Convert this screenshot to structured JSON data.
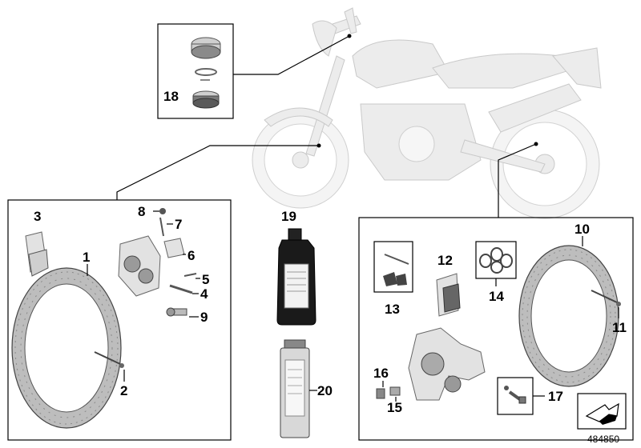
{
  "diagram_number": "484850",
  "callouts": {
    "c1": "1",
    "c2": "2",
    "c3": "3",
    "c4": "4",
    "c5": "5",
    "c6": "6",
    "c7": "7",
    "c8": "8",
    "c9": "9",
    "c10": "10",
    "c11": "11",
    "c12": "12",
    "c13": "13",
    "c14": "14",
    "c15": "15",
    "c16": "16",
    "c17": "17",
    "c18": "18",
    "c19": "19",
    "c20": "20"
  },
  "icons": {
    "motorcycle": "motorcycle-silhouette",
    "reservoir": "brake-fluid-reservoir-cap",
    "front_disc": "front-brake-disc",
    "rear_disc": "rear-brake-disc",
    "front_caliper": "front-brake-caliper",
    "rear_caliper": "rear-brake-caliper",
    "fluid_bottle": "brake-fluid-bottle",
    "spray_can": "spray-can",
    "nav_arrow": "arrow-icon"
  }
}
